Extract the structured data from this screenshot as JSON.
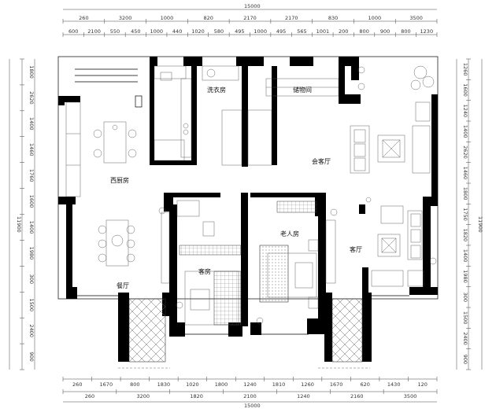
{
  "dimensions": {
    "overall_top": "15000",
    "overall_bottom": "15000",
    "overall_left": "11900",
    "overall_right": "11900",
    "top_row1": [
      "260",
      "3200",
      "1000",
      "820",
      "2170",
      "2170",
      "830",
      "1000",
      "3500"
    ],
    "top_row2": [
      "600",
      "2100",
      "550",
      "450",
      "1000",
      "440",
      "1020",
      "580",
      "495",
      "1000",
      "495",
      "565",
      "1001",
      "200",
      "800",
      "900",
      "800",
      "1230"
    ],
    "bottom_row1": [
      "260",
      "1670",
      "800",
      "1830",
      "1020",
      "1800",
      "1240",
      "1810",
      "1260",
      "1670",
      "620",
      "1430",
      "120"
    ],
    "bottom_row2": [
      "260",
      "3200",
      "1820",
      "2100",
      "1240",
      "2160",
      "3500"
    ],
    "left_col": [
      "1800",
      "2620",
      "1400",
      "1460",
      "1760",
      "1600",
      "1400",
      "1980",
      "300",
      "1500",
      "2400",
      "900"
    ],
    "right_col": [
      "1260",
      "1600",
      "1240",
      "1400",
      "2620",
      "1460",
      "1800",
      "1750",
      "1820",
      "1400",
      "1980",
      "300",
      "1500",
      "2400",
      "900"
    ]
  },
  "rooms": {
    "laundry": "洗衣房",
    "storage": "储物间",
    "kitchen_dining": "西厨房",
    "dining": "餐厅",
    "family_room": "会客厅",
    "guest_room": "客房",
    "elder_room": "老人房",
    "living_room": "客厅"
  },
  "colors": {
    "wall": "#000000",
    "line": "#333333",
    "background": "#ffffff"
  }
}
